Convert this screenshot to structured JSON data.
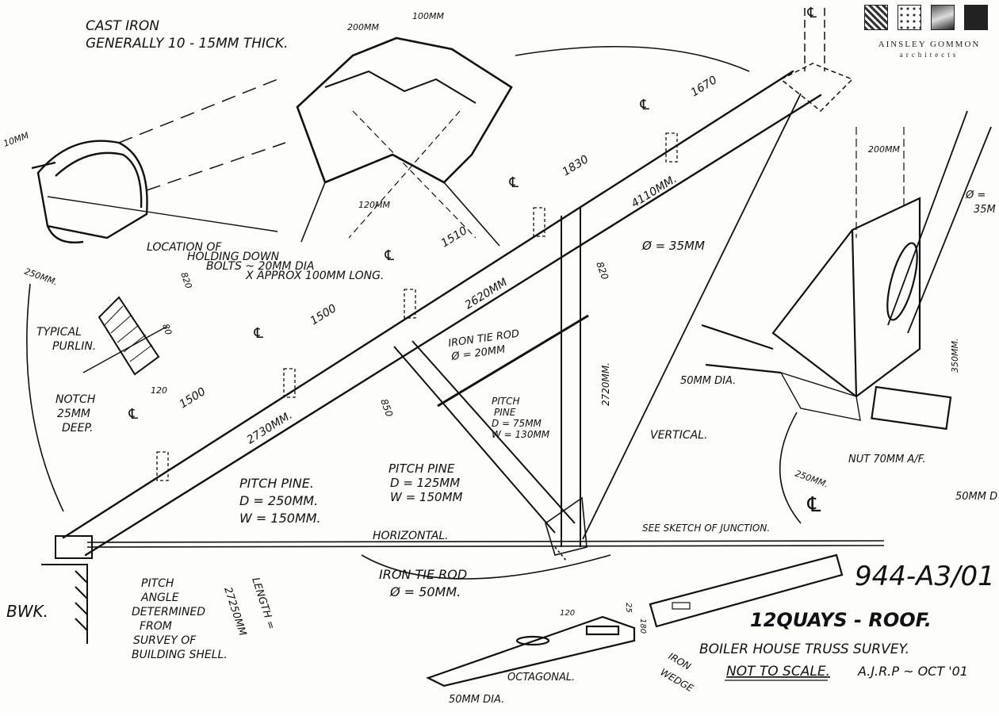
{
  "logo": {
    "firm_name": "AINSLEY GOMMON",
    "firm_sub": "architects"
  },
  "notes": {
    "cast_iron_1": "CAST IRON",
    "cast_iron_2": "GENERALLY 10 - 15MM THICK.",
    "dim_200_top": "200MM",
    "dim_100_top": "100MM",
    "dim_10mm": "10MM",
    "dim_250": "250MM.",
    "location_1": "LOCATION OF",
    "location_2": "HOLDING DOWN",
    "location_3": "BOLTS ~ 20MM DIA",
    "location_4": "X APPROX 100MM LONG.",
    "dim_120mm": "120MM",
    "dim_820_a": "820",
    "dim_80": "80",
    "dim_120_purlin": "120",
    "typical_purlin_1": "TYPICAL",
    "typical_purlin_2": "PURLIN.",
    "notch_1": "NOTCH",
    "notch_2": "25MM",
    "notch_3": "DEEP.",
    "dim_1500_a": "1500",
    "dim_1500_b": "1500",
    "dim_1510": "1510",
    "dim_1830": "1830",
    "dim_1670": "1670",
    "dim_4110": "4110MM.",
    "dim_2620": "2620MM",
    "dim_2730": "2730MM.",
    "dim_850": "850",
    "dim_820_b": "820",
    "dim_2720": "2720MM.",
    "dia_35": "Ø = 35MM",
    "tie_rod_1": "IRON TIE ROD",
    "tie_rod_2": "Ø = 20MM",
    "pitch_pine_small_1": "PITCH",
    "pitch_pine_small_2": "PINE",
    "pitch_pine_small_3": "D = 75MM",
    "pitch_pine_small_4": "W = 130MM",
    "vertical": "VERTICAL.",
    "pitch_pine_mid_1": "PITCH PINE",
    "pitch_pine_mid_2": "D = 125MM",
    "pitch_pine_mid_3": "W = 150MM",
    "pitch_pine_main_1": "PITCH PINE.",
    "pitch_pine_main_2": "D = 250MM.",
    "pitch_pine_main_3": "W = 150MM.",
    "horizontal": "HORIZONTAL.",
    "see_sketch": "SEE SKETCH OF JUNCTION.",
    "iron_tie_main_1": "IRON TIE ROD",
    "iron_tie_main_2": "Ø = 50MM.",
    "bwk": "BWK.",
    "pitch_angle_1": "PITCH",
    "pitch_angle_2": "ANGLE",
    "pitch_angle_3": "DETERMINED",
    "pitch_angle_4": "FROM",
    "pitch_angle_5": "SURVEY OF",
    "pitch_angle_6": "BUILDING SHELL.",
    "length_1": "LENGTH =",
    "length_2": "27250MM",
    "dim_200_right": "200MM",
    "dia_35_right_1": "Ø =",
    "dia_35_right_2": "35M",
    "dim_350": "350MM.",
    "dia_50_right": "50MM DIA.",
    "nut": "NUT 70MM A/F.",
    "dim_250_right": "250MM.",
    "dia_50_far": "50MM D",
    "dim_120_junction": "120",
    "dim_25": "25",
    "dim_180": "180",
    "octagonal": "OCTAGONAL.",
    "dia_50_bottom": "50MM DIA.",
    "iron_wedge_1": "IRON",
    "iron_wedge_2": "WEDGE"
  },
  "title_block": {
    "drawing_number": "944-A3/01",
    "project": "12QUAYS - ROOF.",
    "subject": "BOILER HOUSE TRUSS SURVEY.",
    "scale_note": "NOT TO SCALE.",
    "author_date": "A.J.R.P ~ OCT '01"
  },
  "centre_line_symbol": "℄"
}
